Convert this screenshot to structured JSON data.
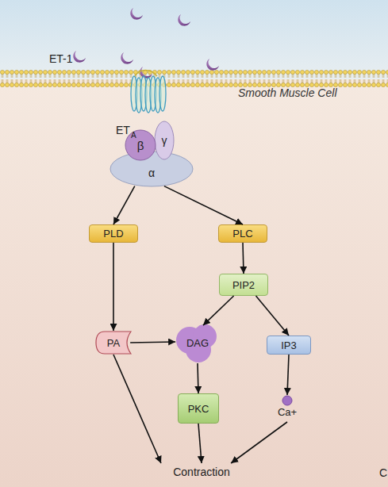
{
  "diagram": {
    "nodes": [
      {
        "text": [
          "β"
        ]
      },
      {
        "text": [
          "γ"
        ]
      },
      {
        "text": [
          "α"
        ]
      },
      {
        "text": [
          "PLD"
        ]
      },
      {
        "text": [
          "PLC"
        ]
      },
      {
        "text": [
          "PIP2"
        ]
      },
      {
        "text": [
          "PA"
        ]
      },
      {
        "text": [
          "DAG"
        ]
      },
      {
        "text": [
          "IP3"
        ]
      },
      {
        "text": [
          "PKC"
        ]
      },
      {
        "text": [
          "Ca+"
        ]
      },
      {
        "text": [
          "Contraction"
        ]
      }
    ],
    "edges": [
      {
        "from": 2,
        "to": 3,
        "arrow": "to"
      },
      {
        "from": 2,
        "to": 4,
        "arrow": "to"
      },
      {
        "from": 3,
        "to": 6,
        "arrow": "to"
      },
      {
        "from": 4,
        "to": 5,
        "arrow": "to"
      },
      {
        "from": 5,
        "to": 7,
        "arrow": "to"
      },
      {
        "from": 5,
        "to": 8,
        "arrow": "to"
      },
      {
        "from": 6,
        "to": 7,
        "arrow": "to"
      },
      {
        "from": 7,
        "to": 9,
        "arrow": "to"
      },
      {
        "from": 8,
        "to": 10,
        "arrow": "to"
      },
      {
        "from": 6,
        "to": 11,
        "arrow": "to"
      },
      {
        "from": 9,
        "to": 11,
        "arrow": "to"
      },
      {
        "from": 10,
        "to": 11,
        "arrow": "to"
      }
    ],
    "labels": [
      "ET-1",
      "ET",
      "A",
      "Smooth Muscle Cell",
      "C"
    ]
  }
}
